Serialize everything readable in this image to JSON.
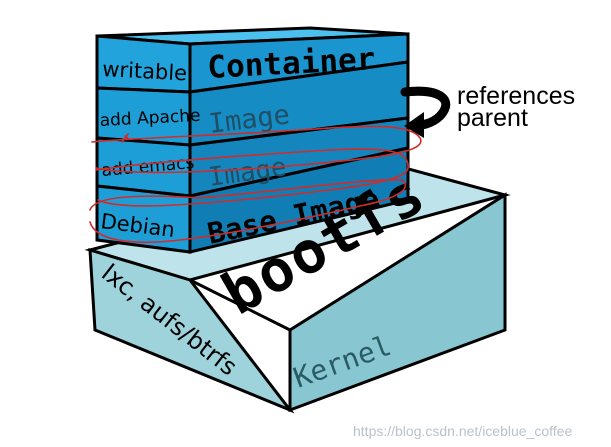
{
  "layers": [
    {
      "left_label": "writable",
      "right_label": "Container"
    },
    {
      "left_label": "add Apache",
      "right_label": "Image"
    },
    {
      "left_label": "add emacs",
      "right_label": "Image"
    },
    {
      "left_label": "Debian",
      "right_label": "Base Image"
    }
  ],
  "bootfs": {
    "label": "bootfs",
    "left_label": "lxc, aufs/btrfs",
    "right_label": "Kernel"
  },
  "annotation": {
    "line1": "references",
    "line2": "parent"
  },
  "watermark": "https://blog.csdn.net/iceblue_coffee",
  "colors": {
    "layer_front": "#1e9ed6",
    "layer_top": "#4cc1ef",
    "layer_right": "#107eb4",
    "base_front": "#9ed3dc",
    "base_top": "#bfe3ea",
    "base_right": "#7fc0cb",
    "annotation_red": "#d42a2a"
  }
}
